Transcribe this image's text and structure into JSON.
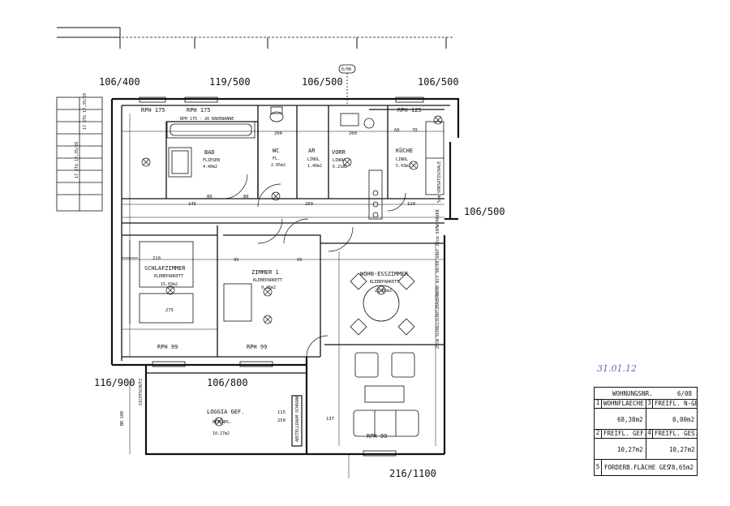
{
  "grid_labels": {
    "top_1": "106/400",
    "top_2": "119/500",
    "top_3": "106/500",
    "top_4": "106/500",
    "right_1": "106/500",
    "bottom_left": "116/900",
    "bottom_mid": "106/800",
    "bottom_right": "216/1100",
    "marker": "6/08"
  },
  "rooms": {
    "bad": {
      "name": "BAD",
      "finish": "FLIESEN",
      "area": "4.40m2"
    },
    "wc": {
      "name": "WC",
      "finish": "FL.",
      "area": "2.05m2"
    },
    "ar": {
      "name": "AR",
      "finish": "LINOL",
      "area": "1.40m2"
    },
    "vorr": {
      "name": "VORR",
      "finish": "LINOL",
      "area": "6.21m2"
    },
    "kueche": {
      "name": "KÜCHE",
      "finish": "LINOL",
      "area": "5.43m2"
    },
    "schlafzimmer": {
      "name": "SCHLAFZIMMER",
      "finish": "KLEBEPARKETT",
      "area": "15.03m2"
    },
    "zimmer1": {
      "name": "ZIMMER 1",
      "finish": "KLEBEPARKETT",
      "area": "9.46m2"
    },
    "wohness": {
      "name": "WOHN-ESSZIMMER",
      "finish": "KLEBEPARKETT",
      "area": "21.66m2"
    },
    "loggia": {
      "name": "LOGGIA GEF.",
      "finish": "BETONPL.",
      "area": "10.27m2"
    }
  },
  "windows": {
    "w1": "RPH 175",
    "w2": "RPH 175",
    "w3": "RPH 125",
    "w4": "RPH 99",
    "w5": "RPH 99",
    "w6": "RPH 99"
  },
  "annotations": {
    "bath_note": "RPH 175 · 26 BADEWANNE",
    "right_wall_note": "5cm VORSATZSCHALE",
    "right_wall_note2": "25cm SCHALLSCHUTZMAUERWERK mit 50/60 oder 20cm SSMW-MAUER",
    "stair_note_1": "17 STG 17,35/28",
    "stair_note_2": "17 STG 17,35/28",
    "loggia_side": "SICHTSCHUTZ",
    "loggia_wall": "ABSTELLRAUM-SCHRANK",
    "loggia_dim": "BR 100",
    "handwritten": "31.01.12"
  },
  "summary": {
    "title_label": "WOHNUNGSNR.",
    "title_value": "6/08",
    "r1_num": "1",
    "r1_label": "WOHNFLAECHE",
    "r1_value": "68,38m2",
    "r3_num": "3",
    "r3_label": "FREIFL. N-GEF",
    "r3_value": "0,00m2",
    "r2_num": "2",
    "r2_label": "FREIFL. GEF.",
    "r2_value": "10,27m2",
    "r4_num": "4",
    "r4_label": "FREIFL. GES.",
    "r4_value": "10,27m2",
    "r5_num": "5",
    "r5_label": "FÖRDERB.FLÄCHE GES",
    "r5_value": "78,65m2"
  },
  "dimensions": {
    "d_80a": "80",
    "d_80b": "80",
    "d_260": "260",
    "d_145": "145",
    "d_210": "210",
    "d_275": "275",
    "d_95a": "95",
    "d_95b": "95",
    "d_60": "60",
    "d_70": "70",
    "d_110": "110",
    "d_200a": "200",
    "d_200b": "200",
    "d_115": "115",
    "d_250": "250",
    "d_137": "137"
  },
  "colors": {
    "line": "#111111",
    "hand": "#5b6fb4"
  }
}
